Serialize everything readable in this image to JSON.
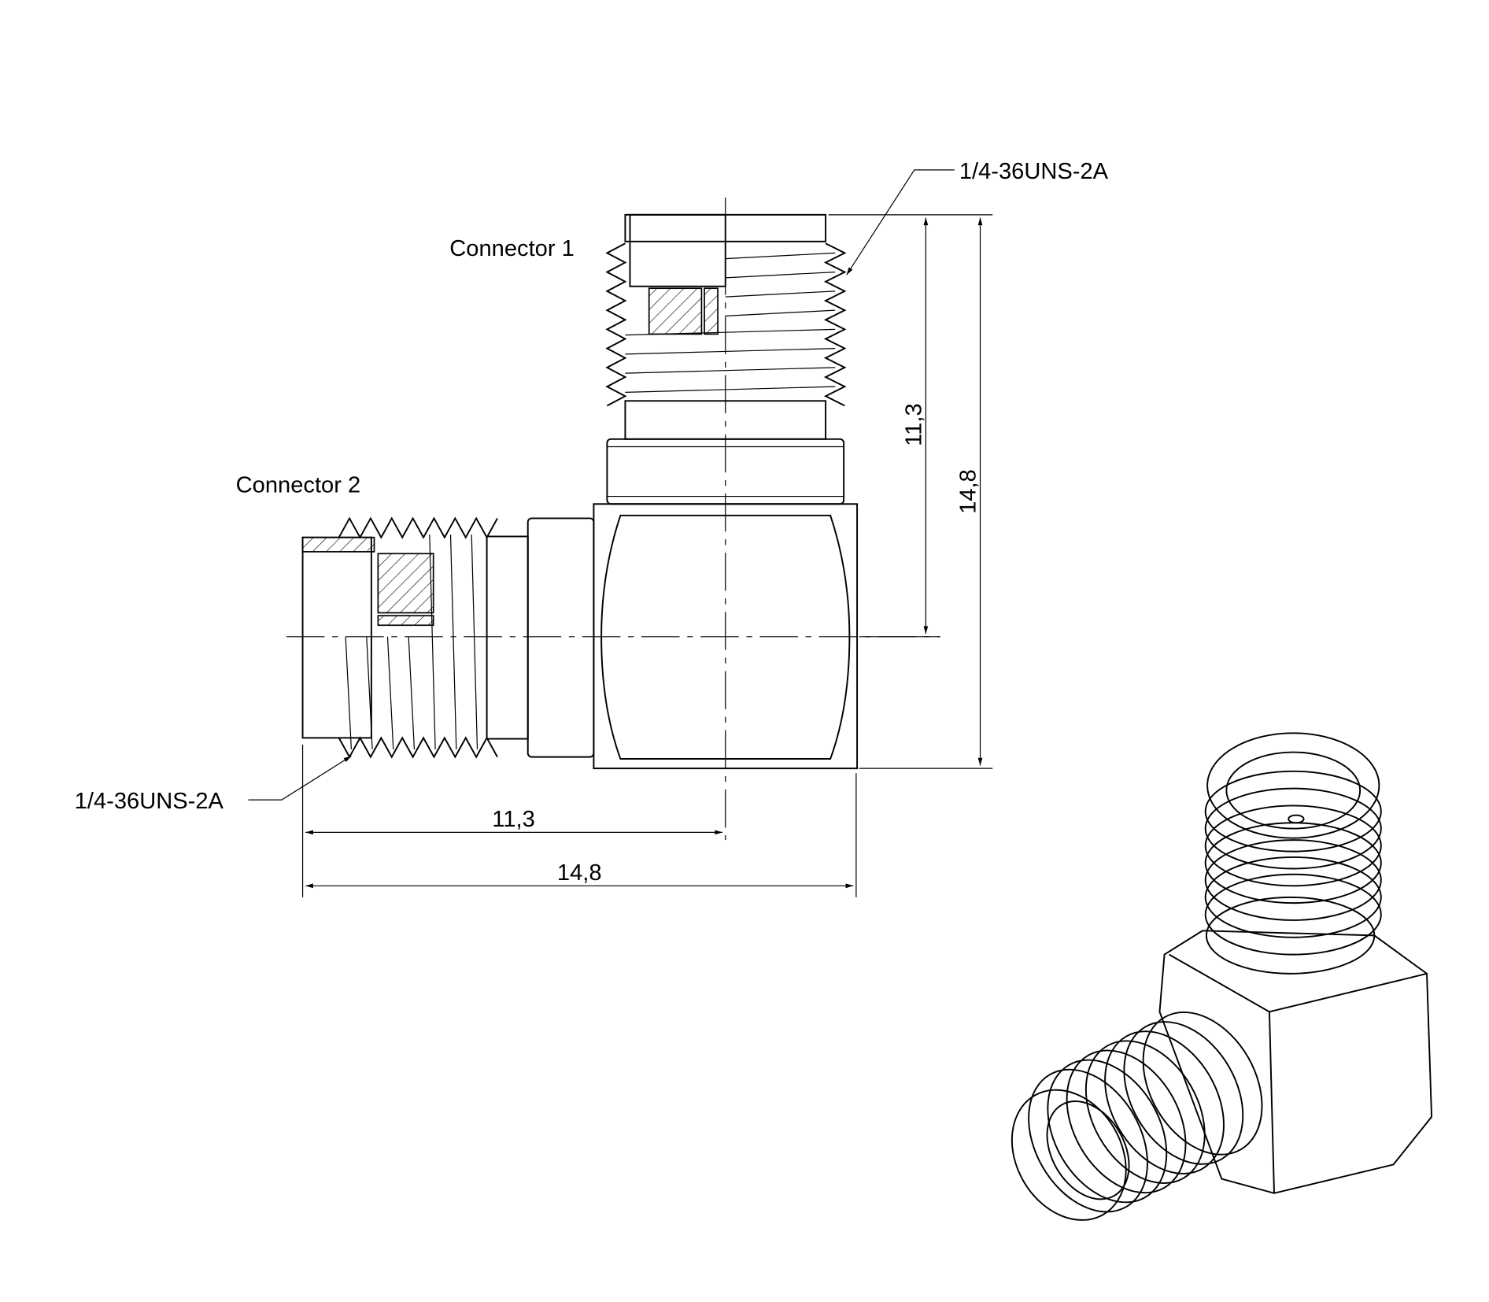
{
  "labels": {
    "connector_1": "Connector 1",
    "connector_2": "Connector 2",
    "thread_spec_top": "1/4-36UNS-2A",
    "thread_spec_bottom": "1/4-36UNS-2A"
  },
  "dimensions": {
    "vertical_short": "11,3",
    "vertical_long": "14,8",
    "horizontal_short": "11,3",
    "horizontal_long": "14,8"
  }
}
